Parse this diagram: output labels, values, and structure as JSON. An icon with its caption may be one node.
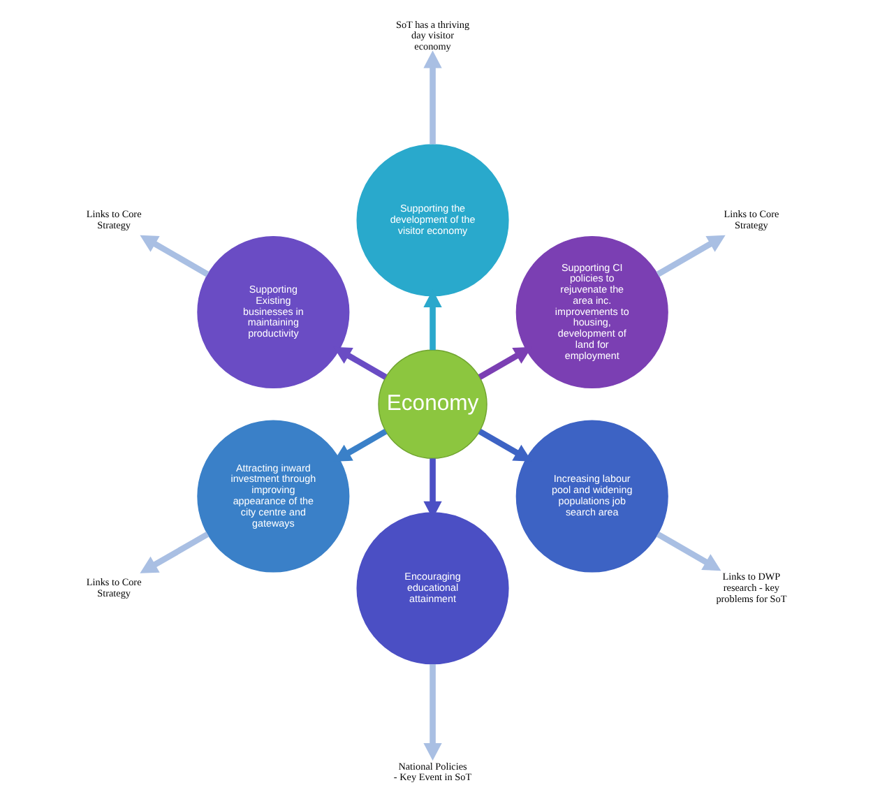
{
  "diagram": {
    "nodes": [
      {
        "text": [
          "Links to Core Strategy"
        ]
      },
      {
        "text": [
          "Supporting CI policies to rejuvenate the area inc. improvements to housing, development of land for employment"
        ]
      },
      {
        "text": [
          "SoT has a thriving day visitor economy"
        ]
      },
      {
        "text": [
          "Links to Core Strategy"
        ]
      },
      {
        "text": [
          "Supporting the development of the visitor economy"
        ]
      },
      {
        "text": [
          "Supporting Existing businesses in maintaining productivity"
        ]
      },
      {
        "text": [
          "Economy"
        ]
      },
      {
        "text": [
          "Attracting inward investment through improving appearance of the city centre and gateways"
        ]
      },
      {
        "text": [
          "Encouraging educational attainment"
        ]
      },
      {
        "text": [
          "Links to Core Strategy"
        ]
      },
      {
        "text": [
          "National Policies - Key Event in SoT"
        ]
      },
      {
        "text": [
          "Increasing labour pool and widening populations job search area"
        ]
      },
      {
        "text": [
          "Links to DWP research - key problems for SoT"
        ]
      }
    ],
    "edges": [
      {
        "from": 6,
        "to": 1,
        "arrow": "to",
        "color": "#7b3fb3"
      },
      {
        "from": 6,
        "to": 5,
        "arrow": "to",
        "color": "#6a4cc4"
      },
      {
        "from": 6,
        "to": 8,
        "arrow": "to",
        "color": "#4b4fc4"
      },
      {
        "from": 6,
        "to": 11,
        "arrow": "to",
        "color": "#3d63c4"
      },
      {
        "from": 6,
        "to": 7,
        "arrow": "to",
        "color": "#3a80c8"
      },
      {
        "from": 6,
        "to": 4,
        "arrow": "to",
        "color": "#2aa8cc"
      },
      {
        "from": 1,
        "to": 0,
        "arrow": "to"
      },
      {
        "from": 5,
        "to": 3,
        "arrow": "to"
      },
      {
        "from": 8,
        "to": 10,
        "arrow": "to"
      },
      {
        "from": 11,
        "to": 12,
        "arrow": "to"
      },
      {
        "from": 7,
        "to": 9,
        "arrow": "to"
      },
      {
        "from": 4,
        "to": 2,
        "arrow": "to"
      }
    ]
  }
}
